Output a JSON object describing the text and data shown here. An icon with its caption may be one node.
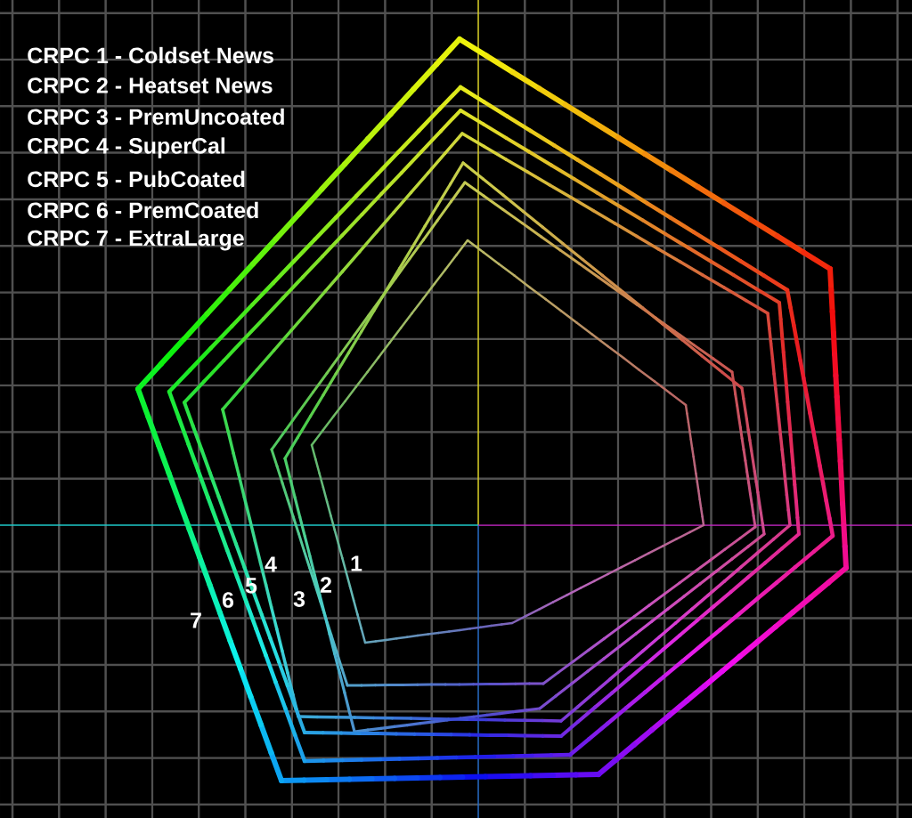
{
  "diagram": {
    "labels": [
      "CRPC 1 - Coldset News",
      "CRPC 2 - Heatset News",
      "CRPC 3 - PremUncoated",
      "CRPC 4 - SuperCal",
      "CRPC 5 - PubCoated",
      "CRPC 6 - PremCoated",
      "CRPC 7 - ExtraLarge",
      "4",
      "1",
      "5",
      "2",
      "6",
      "3",
      "7"
    ]
  }
}
